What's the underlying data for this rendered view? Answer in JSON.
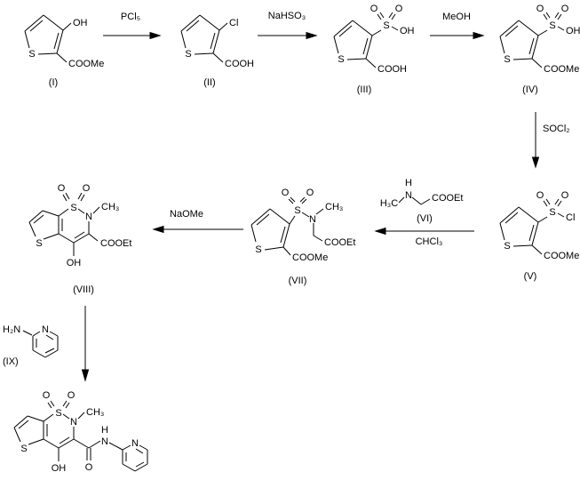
{
  "colors": {
    "ink": "#000000",
    "background": "#ffffff"
  },
  "atoms": {
    "S": "S",
    "O": "O",
    "N": "N",
    "H": "H",
    "OH": "OH",
    "Cl": "Cl",
    "COOMe": "COOMe",
    "COOH": "COOH",
    "COOEt": "COOEt",
    "CH3": "CH₃",
    "H3C": "H₃C",
    "H2N": "H₂N"
  },
  "labels": {
    "c1": "(I)",
    "c2": "(II)",
    "c3": "(III)",
    "c4": "(IV)",
    "c5": "(V)",
    "c6": "(VI)",
    "c7": "(VII)",
    "c8": "(VIII)",
    "c9": "(IX)"
  },
  "reagents": {
    "step1": "PCl₅",
    "step2": "NaHSO₃",
    "step3": "MeOH",
    "step4": "SOCl₂",
    "step5": "CHCl₃",
    "step6": "NaOMe"
  }
}
